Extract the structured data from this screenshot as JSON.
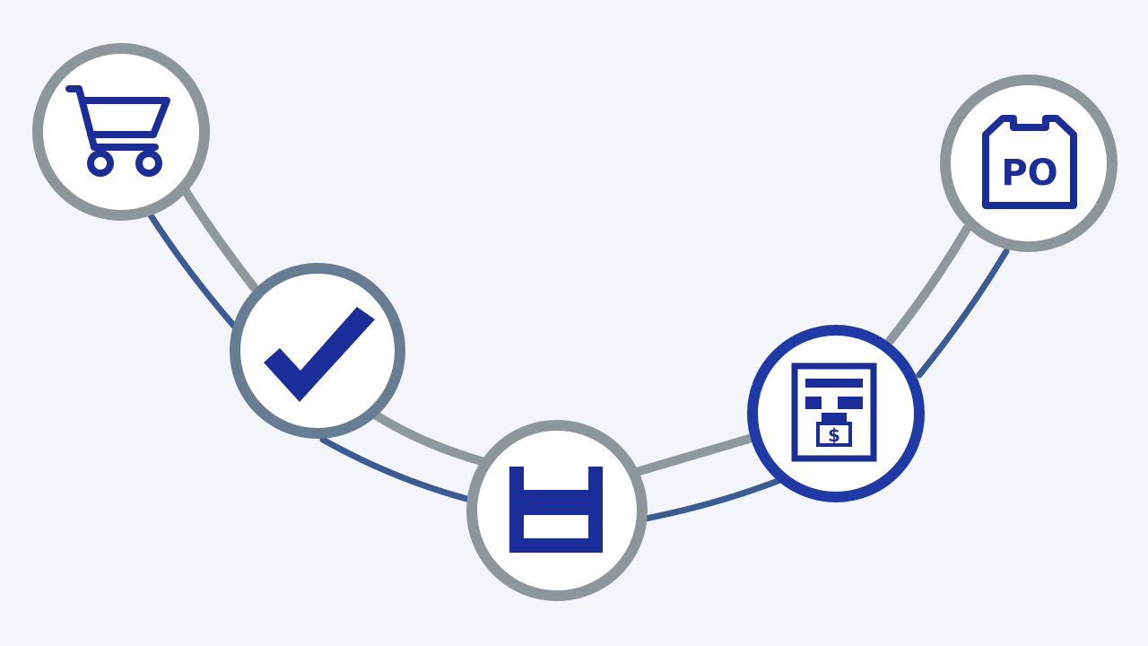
{
  "colors": {
    "background": "#f3f5f9",
    "icon_blue": "#1a2d99",
    "ring_gray": "#8d979b",
    "ring_slate": "#667d94",
    "ring_blue": "#1f3aa6",
    "track_gray": "#8f989c",
    "track_blue": "#3a5b93",
    "node_fill": "#ffffff"
  },
  "nodes": [
    {
      "id": "cart",
      "icon": "shopping-cart-icon",
      "ring": "gray"
    },
    {
      "id": "approve",
      "icon": "checkmark-icon",
      "ring": "slate"
    },
    {
      "id": "hold",
      "icon": "h-block-icon",
      "ring": "gray"
    },
    {
      "id": "invoice",
      "icon": "invoice-document-icon",
      "ring": "blue"
    },
    {
      "id": "po",
      "icon": "purchase-order-icon",
      "ring": "gray",
      "label": "PO"
    }
  ]
}
